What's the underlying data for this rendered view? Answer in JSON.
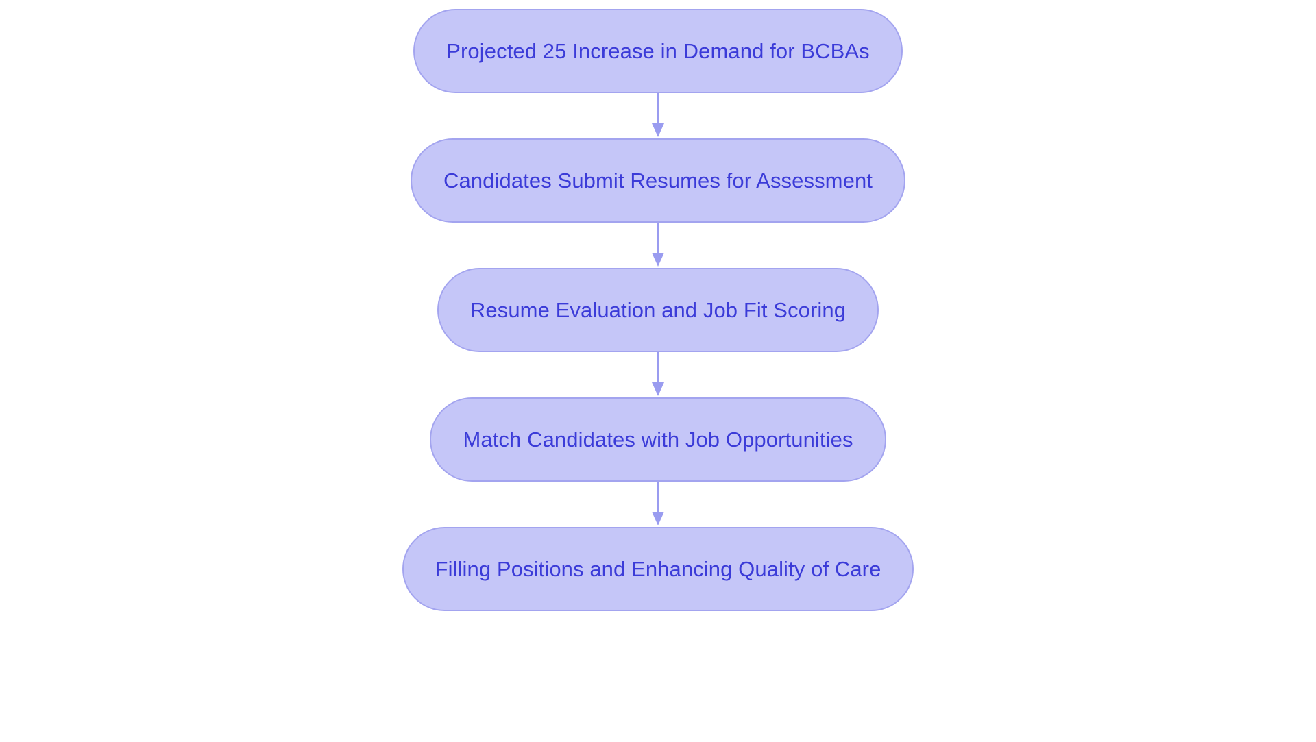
{
  "diagram": {
    "type": "flowchart",
    "orientation": "vertical",
    "background_color": "#ffffff",
    "node_fill_color": "#c5c6f8",
    "node_border_color": "#a3a4ef",
    "node_text_color": "#3b3bd8",
    "connector_color": "#9a9cf0",
    "nodes": [
      {
        "id": "node-1",
        "label": "Projected 25 Increase in Demand for BCBAs"
      },
      {
        "id": "node-2",
        "label": "Candidates Submit Resumes for Assessment"
      },
      {
        "id": "node-3",
        "label": "Resume Evaluation and Job Fit Scoring"
      },
      {
        "id": "node-4",
        "label": "Match Candidates with Job Opportunities"
      },
      {
        "id": "node-5",
        "label": "Filling Positions and Enhancing Quality of Care"
      }
    ],
    "connectors": [
      {
        "id": "arrow-1",
        "from": "node-1",
        "to": "node-2",
        "shape": "down-arrow"
      },
      {
        "id": "arrow-2",
        "from": "node-2",
        "to": "node-3",
        "shape": "down-arrow"
      },
      {
        "id": "arrow-3",
        "from": "node-3",
        "to": "node-4",
        "shape": "down-arrow"
      },
      {
        "id": "arrow-4",
        "from": "node-4",
        "to": "node-5",
        "shape": "down-arrow"
      }
    ]
  }
}
